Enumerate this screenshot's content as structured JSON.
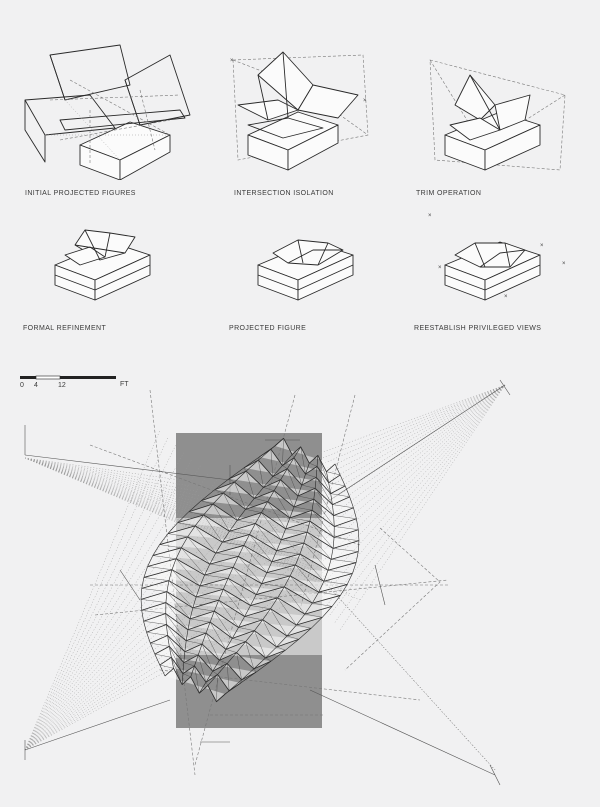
{
  "panels": [
    {
      "caption": "INITIAL PROJECTED FIGURES"
    },
    {
      "caption": "INTERSECTION ISOLATION"
    },
    {
      "caption": "TRIM OPERATION"
    },
    {
      "caption": "FORMAL REFINEMENT"
    },
    {
      "caption": "PROJECTED FIGURE"
    },
    {
      "caption": "REESTABLISH PRIVILEGED VIEWS"
    }
  ],
  "scale_bar": {
    "ticks": [
      "0",
      "4",
      "12"
    ],
    "unit": "FT"
  },
  "colors": {
    "background": "#f1f1f2",
    "panel_dark": "#8f8f8f",
    "panel_light": "#c9c9c9",
    "line": "#2a2a2a"
  }
}
